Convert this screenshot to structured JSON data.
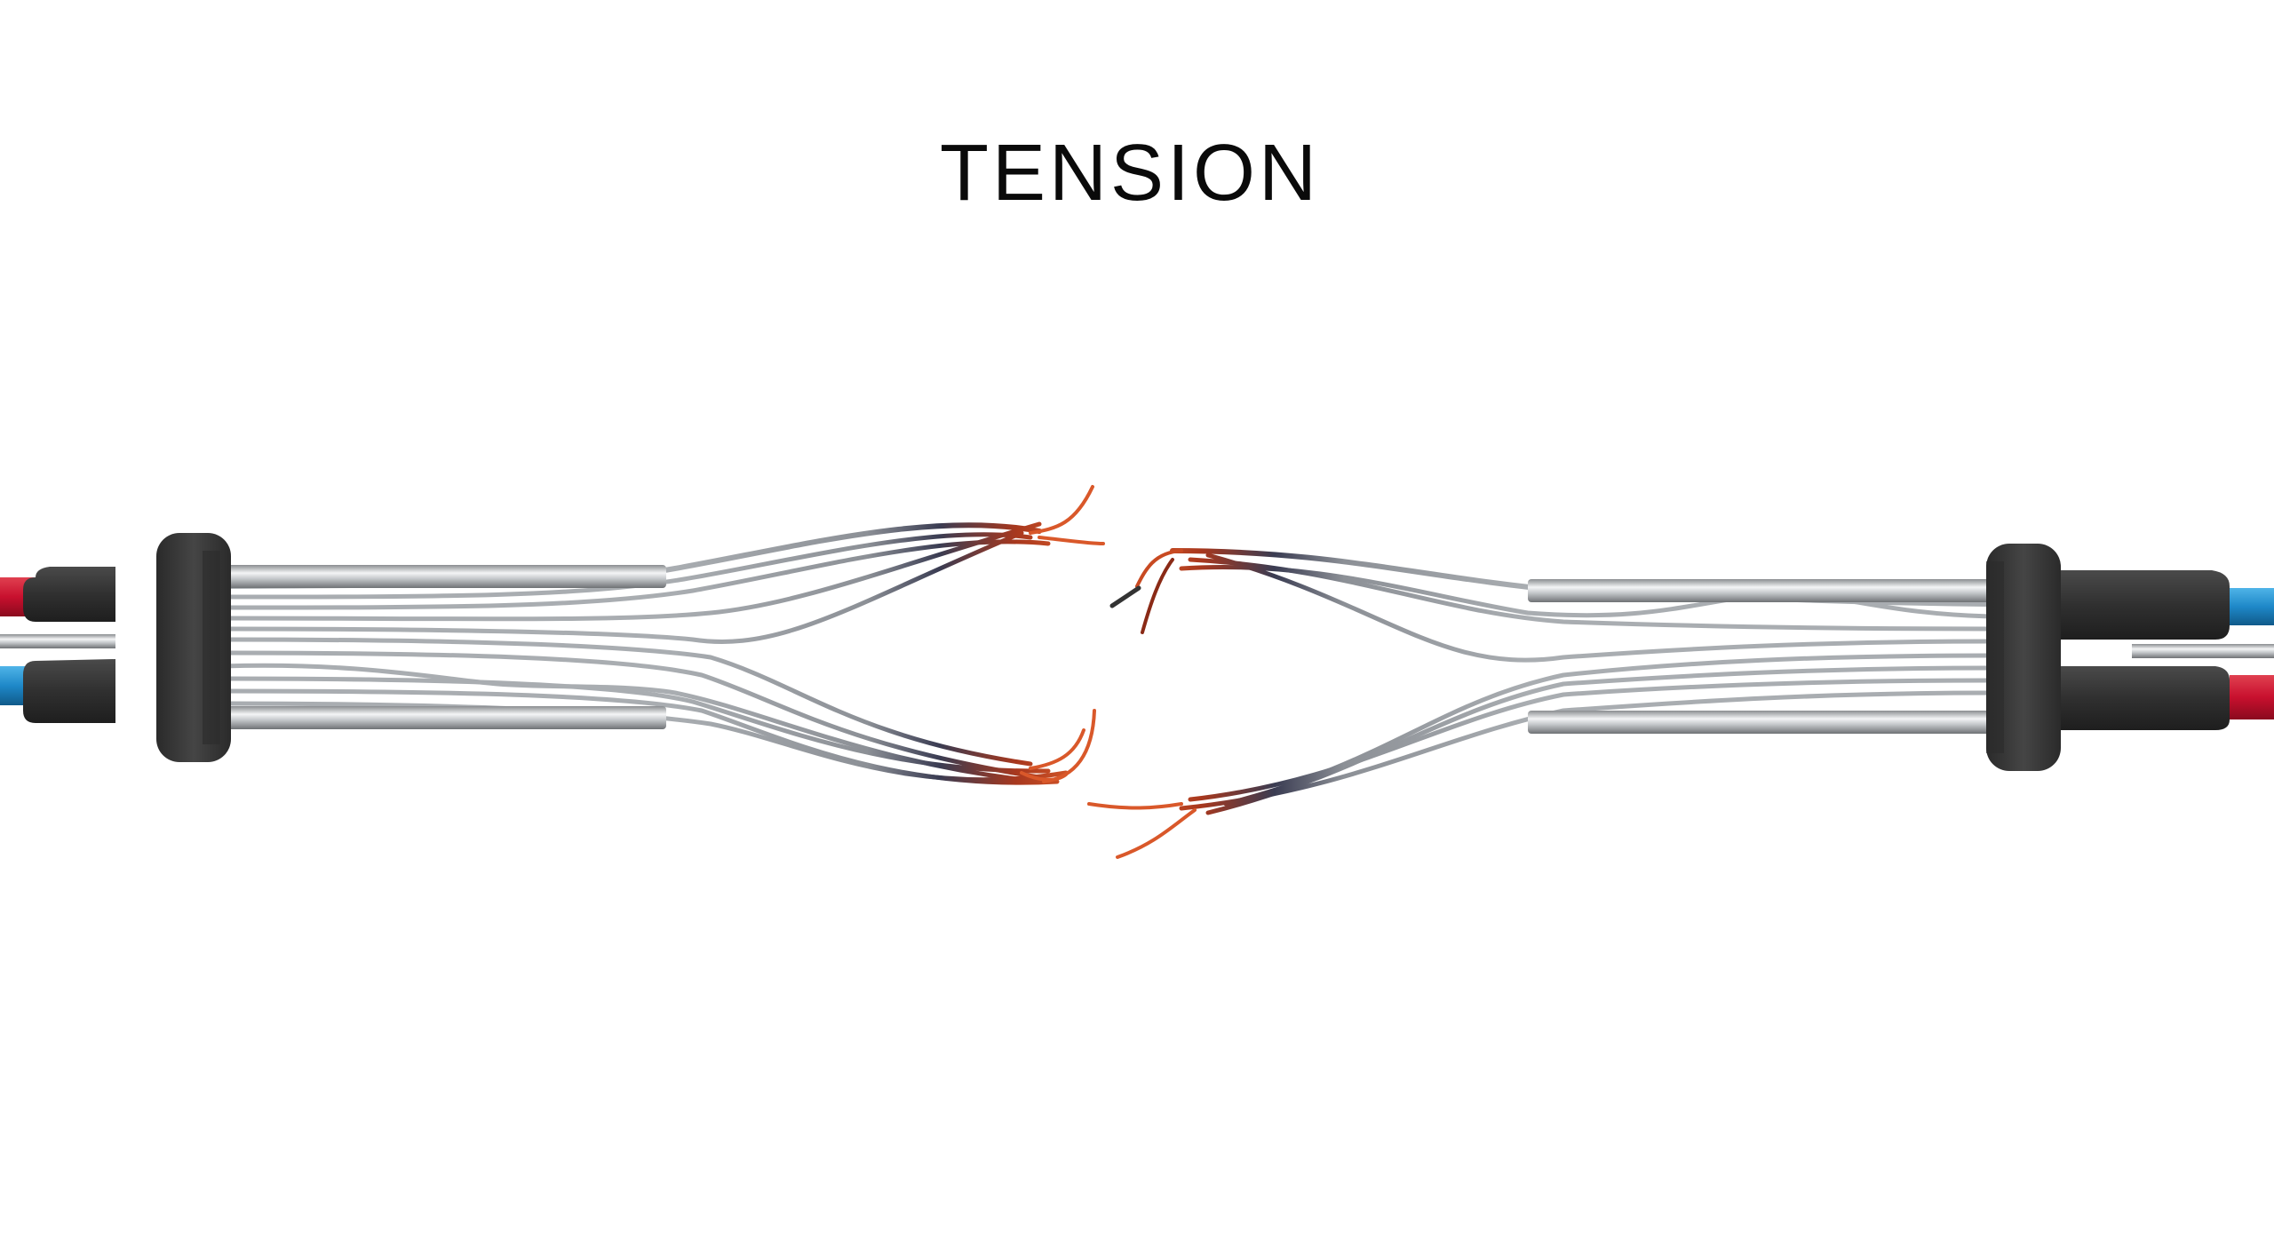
{
  "title": "TENSION",
  "illustration": {
    "subject": "broken-cable",
    "left_cable": {
      "jacket_colors": [
        "#c8102e",
        "#1e88c8"
      ],
      "grommet_color": "#3a3a3a",
      "conductor": "silver-to-copper"
    },
    "right_cable": {
      "jacket_colors": [
        "#1e88c8",
        "#c8102e"
      ],
      "grommet_color": "#3a3a3a",
      "conductor": "silver-to-copper"
    }
  },
  "colors": {
    "background": "#ffffff",
    "text": "#0a0a0a",
    "red_jacket": "#c8102e",
    "blue_jacket": "#1e88c8",
    "grommet": "#3a3a3a",
    "steel": "#b8bcc0",
    "copper": "#d2562a"
  }
}
